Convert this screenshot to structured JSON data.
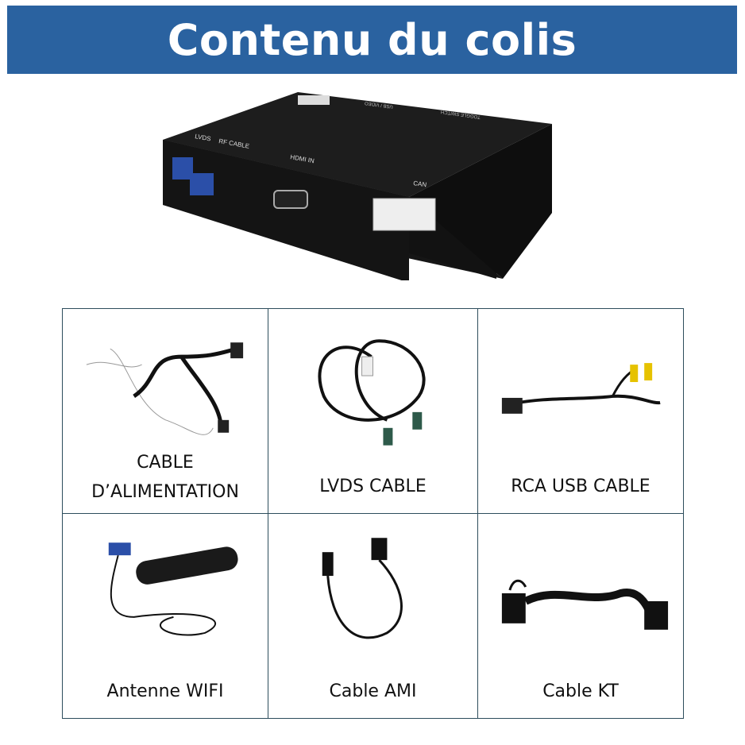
{
  "header": {
    "title": "Contenu du colis"
  },
  "device": {
    "labels": {
      "lvds": "LVDS",
      "rf": "RF CABLE",
      "hdmi": "HDMI IN",
      "can": "CAN",
      "usb": "USB / VIDEO",
      "toggle": "TOGGLE SWITCH"
    }
  },
  "items": [
    {
      "label": "CABLE D’ALIMENTATION"
    },
    {
      "label": "LVDS CABLE"
    },
    {
      "label": "RCA USB CABLE"
    },
    {
      "label": "Antenne WIFI"
    },
    {
      "label": "Cable AMI"
    },
    {
      "label": "Cable KT"
    }
  ],
  "colors": {
    "banner": "#2a62a0",
    "grid_border": "#2d4d5c",
    "connector_blue": "#2b4fa8"
  }
}
